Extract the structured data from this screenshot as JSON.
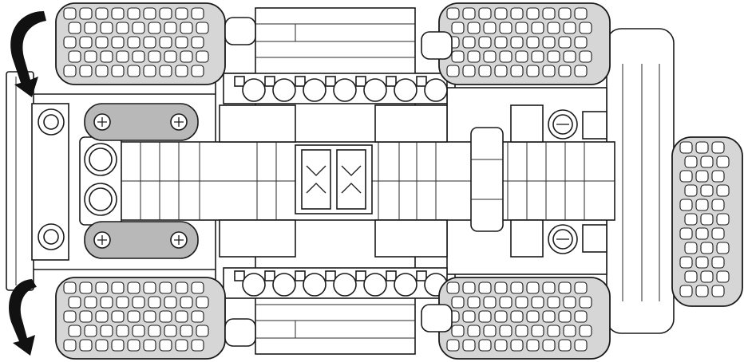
{
  "diagram": {
    "colors": {
      "line": "#1a1a1a",
      "highlight_grey": "#b8b8b8",
      "tire_fill": "#d6d6d6",
      "arrow": "#111111",
      "background": "#ffffff"
    },
    "wheels_front_highlighted": 2,
    "wheels_rear": 2,
    "spare_wheel": 1,
    "rotation_arrows": 2,
    "icons": [
      "curved-arrow-icon",
      "tire-icon",
      "axle-pin-icon",
      "round-brick-icon"
    ]
  }
}
